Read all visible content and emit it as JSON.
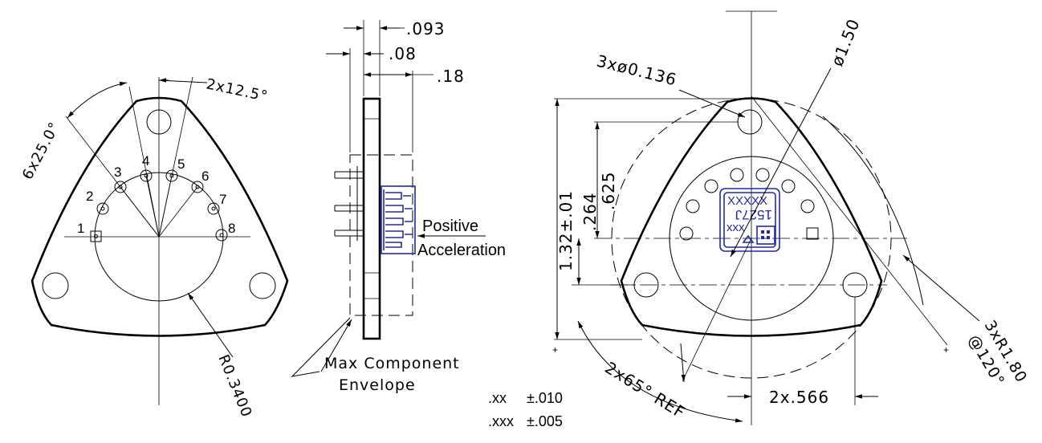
{
  "left_view": {
    "angle_label": "6x25.0°",
    "angle2_label": "2x12.5°",
    "radius_label": "R0.3400",
    "pins": [
      "1",
      "2",
      "3",
      "4",
      "5",
      "6",
      "7",
      "8"
    ]
  },
  "side_view": {
    "dim_093": ".093",
    "dim_08": ".08",
    "dim_18": ".18",
    "direction_label_1": "Positive",
    "direction_label_2": "Acceleration",
    "envelope_label_1": "Max Component",
    "envelope_label_2": "Envelope"
  },
  "right_view": {
    "holes_label": "3xø0.136",
    "diameter_label": "ø1.50",
    "height_label": "1.32±.01",
    "dim_625": ".625",
    "dim_264": ".264",
    "radius_label_1": "3xR1.80",
    "radius_label_2": "@120°",
    "angle_label": "2x65° REF",
    "spacing_label": "2x.566",
    "chip_top": "XXXXX",
    "chip_mid": "1527J",
    "chip_bot": "xxx"
  },
  "tolerances": {
    "line1_key": ".xx",
    "line1_val": "±.010",
    "line2_key": ".xxx",
    "line2_val": "±.005"
  }
}
